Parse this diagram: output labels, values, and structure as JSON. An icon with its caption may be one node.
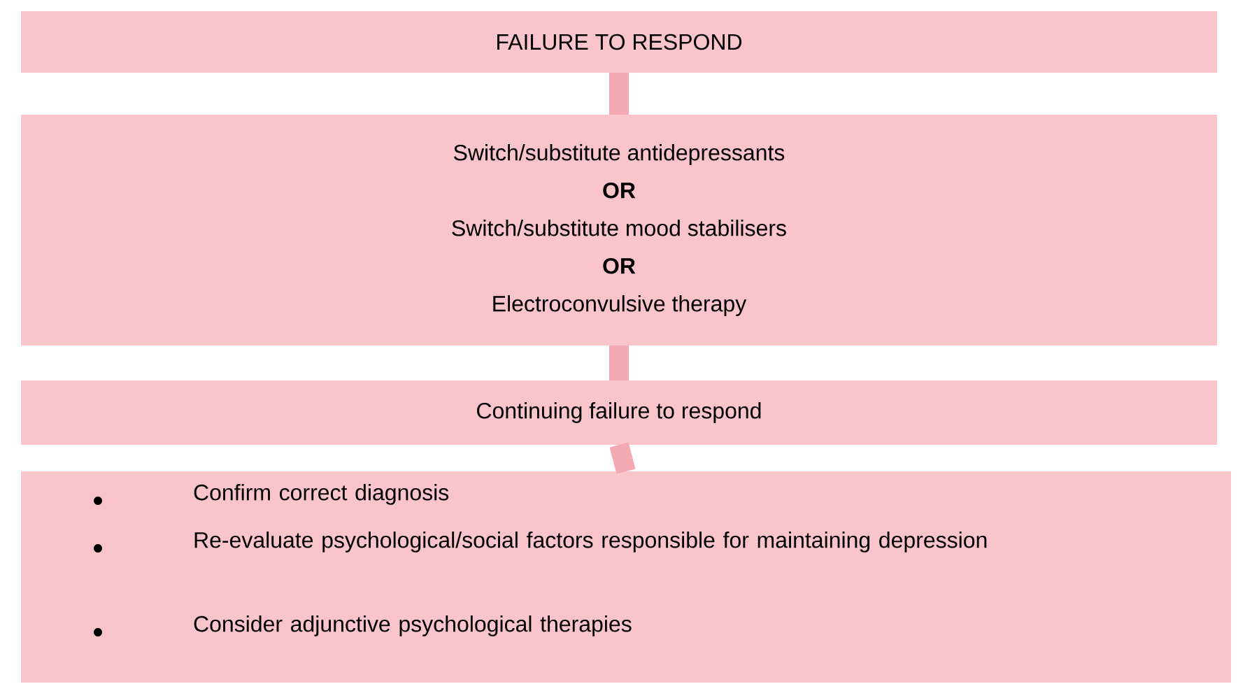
{
  "diagram": {
    "nodes": [
      {
        "text": [
          "FAILURE TO RESPOND"
        ]
      },
      {
        "text": [
          "Switch/substitute antidepressants",
          "**OR**",
          "Switch/substitute mood stabilisers",
          "**OR**",
          "Electroconvulsive therapy"
        ]
      },
      {
        "text": [
          "Continuing failure to respond"
        ]
      },
      {
        "text": [
          "Confirm correct diagnosis",
          "Re-evaluate psychological/social factors responsible for maintaining depression",
          "Consider adjunctive psychological therapies"
        ]
      }
    ],
    "edges": [
      {
        "from": 0,
        "to": 1,
        "arrow": "none"
      },
      {
        "from": 1,
        "to": 2,
        "arrow": "none"
      },
      {
        "from": 2,
        "to": 3,
        "arrow": "none"
      }
    ]
  }
}
